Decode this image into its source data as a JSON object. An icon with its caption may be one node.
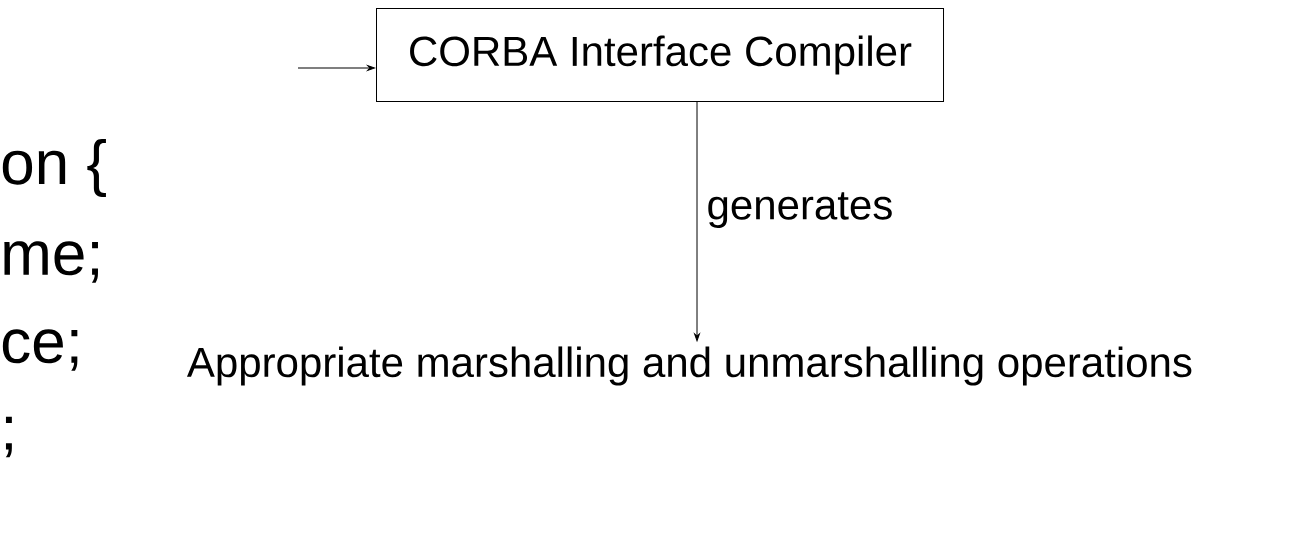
{
  "diagram": {
    "nodes": [
      {
        "text": [
          "CORBA Interface Compiler"
        ]
      },
      {
        "text": [
          "Appropriate marshalling and unmarshalling operations"
        ]
      }
    ],
    "edges": [
      {
        "from": null,
        "to": 0,
        "arrow": "to"
      },
      {
        "from": 0,
        "to": 1,
        "label": "generates",
        "arrow": "to"
      }
    ],
    "labels": [
      "on {",
      "me;",
      "ce;",
      ";"
    ]
  }
}
